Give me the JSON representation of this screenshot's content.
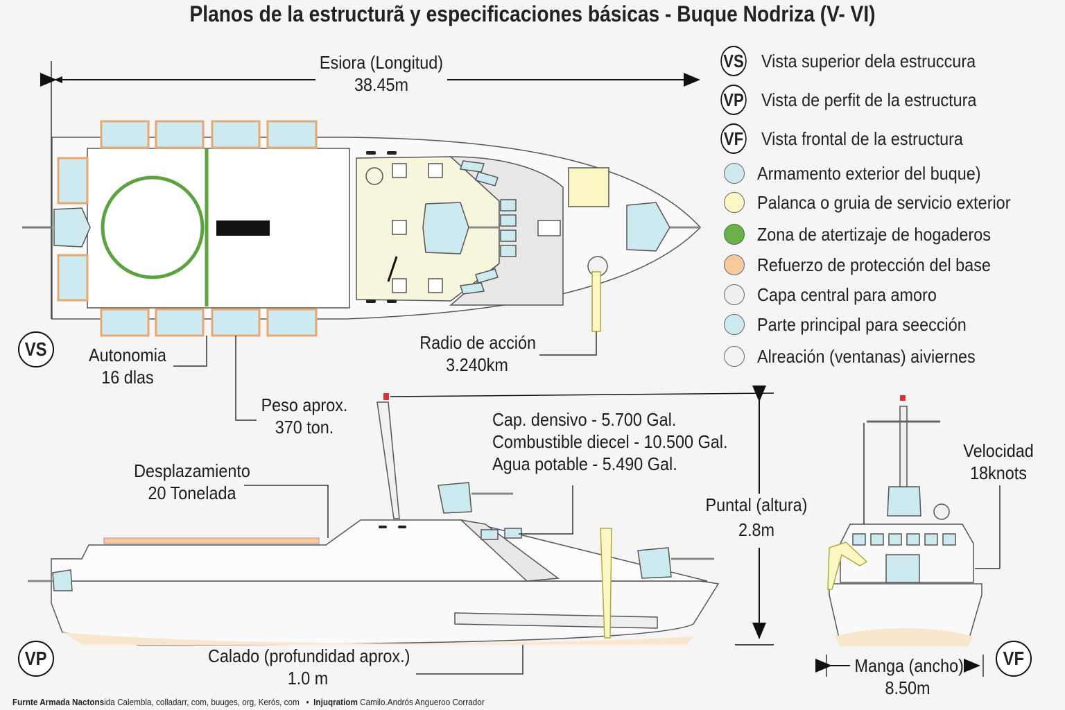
{
  "title": "Planos de la estructurã y especificaciones básicas - Buque Nodriza (V- VI)",
  "legend": {
    "views": [
      {
        "code": "VS",
        "text": "Vista superior dela  estruccura"
      },
      {
        "code": "VP",
        "text": "Vista de perfit de la estructura"
      },
      {
        "code": "VF",
        "text": "Vista frontal de la estructura"
      }
    ],
    "colors": [
      {
        "color": "#cdeaf0",
        "text": "Armamento exterior del buque)"
      },
      {
        "color": "#fbf7c4",
        "text": "Palanca o gruia de servicio exterior"
      },
      {
        "color": "#6ab04c",
        "text": "Zona de atertizaje de hogaderos"
      },
      {
        "color": "#f7c99c",
        "text": "Refuerzo de protección del base"
      },
      {
        "color": "#efefef",
        "text": "Capa central para amoro"
      },
      {
        "color": "#cdeaf0",
        "text": "Parte principal para seección"
      },
      {
        "color": "#f3f3f3",
        "text": "Alreación (ventanas) aiviernes"
      }
    ]
  },
  "specs": {
    "length": {
      "label": "Esiora (Longitud)",
      "value": "38.45m"
    },
    "autonomy": {
      "label": "Autonomia",
      "value": "16 dlas"
    },
    "range": {
      "label": "Radio de acción",
      "value": "3.240km"
    },
    "weight": {
      "label": "Peso aprox.",
      "value": "370 ton."
    },
    "capacity": [
      "Cap. densivo - 5.700 Gal.",
      "Combustible diecel - 10.500 Gal.",
      "Agua potable - 5.490 Gal."
    ],
    "displacement": {
      "label": "Desplazamiento",
      "value": "20 Tonelada"
    },
    "depth": {
      "label": "Puntal (altura)",
      "value": "2.8m"
    },
    "draft": {
      "label": "Calado (profundidad aprox.)",
      "value": "1.0 m"
    },
    "speed": {
      "label": "Velocidad",
      "value": "18knots"
    },
    "beam": {
      "label": "Manga (ancho)",
      "value": "8.50m"
    }
  },
  "badges": {
    "top": "VS",
    "profile": "VP",
    "front": "VF"
  },
  "footer": {
    "source_bold": "Furnte Armada Nactons",
    "source_rest": "ida Calembla, colladarr, com, buuges, org, Kerós, com",
    "sep": "•",
    "credit_bold": "Injuqratiom",
    "credit_rest": " Camilo.Andrós Angueroo Corrador"
  }
}
